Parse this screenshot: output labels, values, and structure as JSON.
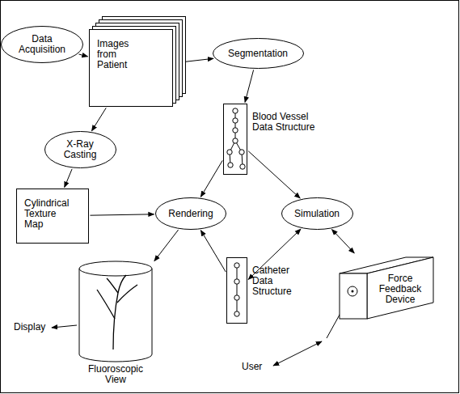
{
  "diagram": {
    "nodes": [
      {
        "text": [
          "Data Acquisition"
        ]
      },
      {
        "text": [
          "Images from Patient"
        ]
      },
      {
        "text": [
          "Segmentation"
        ]
      },
      {
        "text": [
          "X-Ray Casting"
        ]
      },
      {
        "text": [
          "Blood Vessel Data Structure"
        ]
      },
      {
        "text": [
          "Cylindrical Texture Map"
        ]
      },
      {
        "text": [
          "Rendering"
        ]
      },
      {
        "text": [
          "Simulation"
        ]
      },
      {
        "text": [
          "Catheter Data Structure"
        ]
      },
      {
        "text": [
          "Force Feedback Device"
        ]
      },
      {
        "text": [
          "Fluoroscopic View"
        ]
      }
    ],
    "edges": [
      {
        "from": 0,
        "to": 1,
        "arrow": "to"
      },
      {
        "from": 1,
        "to": 2,
        "arrow": "to"
      },
      {
        "from": 1,
        "to": 3,
        "arrow": "to"
      },
      {
        "from": 2,
        "to": 4,
        "arrow": "to"
      },
      {
        "from": 3,
        "to": 5,
        "arrow": "to"
      },
      {
        "from": 5,
        "to": 6,
        "arrow": "to"
      },
      {
        "from": 4,
        "to": 6,
        "arrow": "to"
      },
      {
        "from": 4,
        "to": 7,
        "arrow": "to"
      },
      {
        "from": 8,
        "to": 6,
        "arrow": "to"
      },
      {
        "from": 7,
        "to": 8,
        "arrow": "both"
      },
      {
        "from": 7,
        "to": 9,
        "arrow": "both"
      },
      {
        "from": 6,
        "to": 10,
        "arrow": "to"
      }
    ],
    "labels": [
      "Display",
      "User"
    ]
  }
}
